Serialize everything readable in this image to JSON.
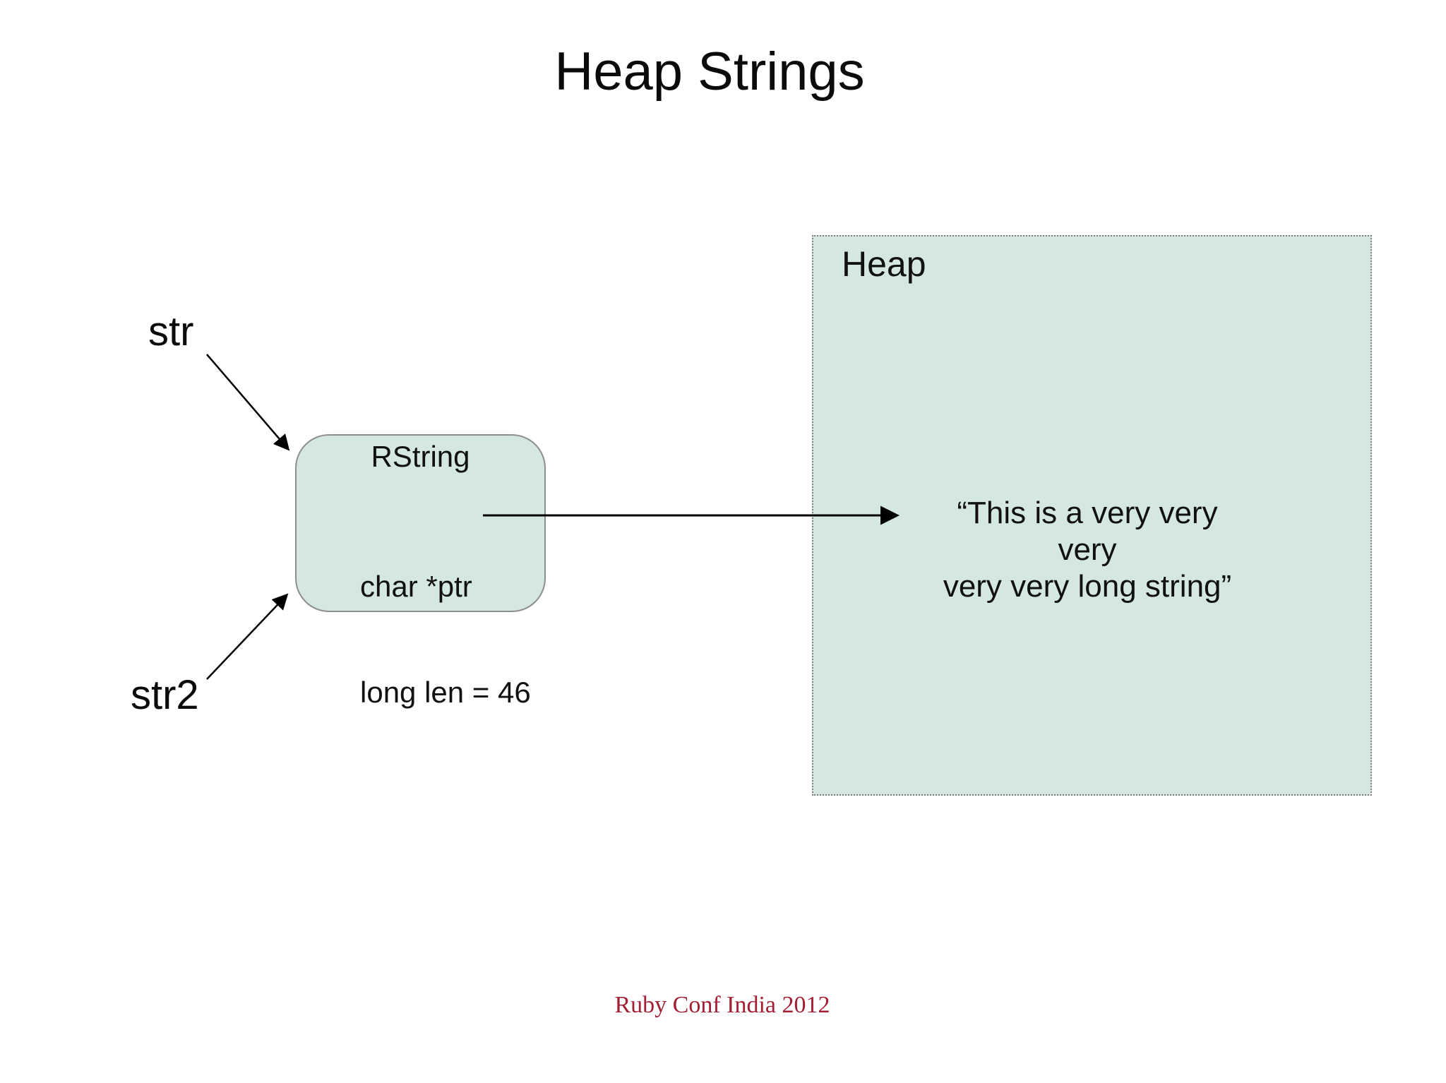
{
  "title": "Heap Strings",
  "labels": {
    "str": "str",
    "str2": "str2"
  },
  "rstring": {
    "name": "RString",
    "fields": [
      "char *ptr",
      "long len = 46"
    ]
  },
  "heap": {
    "name": "Heap",
    "string_line1": "“This is a very very very",
    "string_line2": "very very long string”"
  },
  "footer": "Ruby Conf India 2012",
  "arrows": [
    {
      "from": "str",
      "to": "RString"
    },
    {
      "from": "str2",
      "to": "RString"
    },
    {
      "from": "char *ptr",
      "to": "heap string"
    }
  ],
  "colors": {
    "background": "#ffffff",
    "box_fill": "#d4e7e3",
    "rstring_border": "#8e8e8e",
    "heap_border": "#7f7f7f",
    "text": "#111111",
    "footer_text": "#a31d33",
    "arrow": "#000000"
  }
}
